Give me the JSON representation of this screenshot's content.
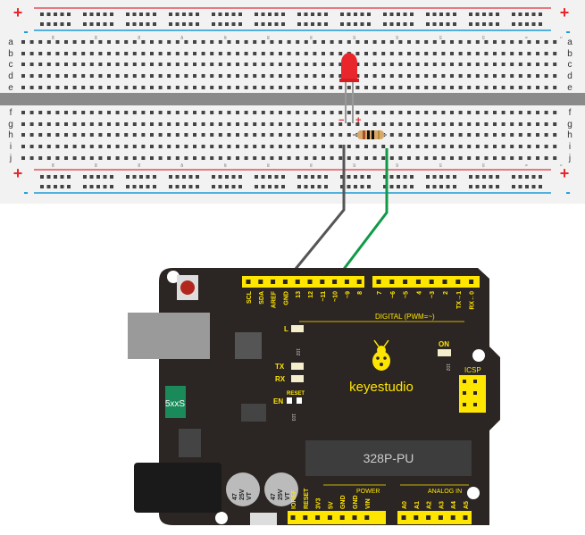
{
  "breadboard": {
    "row_letters_top": [
      "a",
      "b",
      "c",
      "d",
      "e"
    ],
    "row_letters_bottom": [
      "f",
      "g",
      "h",
      "i",
      "j"
    ],
    "column_numbers": [
      "60",
      "55",
      "50",
      "45",
      "40",
      "35",
      "30",
      "25",
      "20",
      "15",
      "10",
      "5",
      "1"
    ],
    "plus": "+",
    "minus": "-",
    "led_minus": "−",
    "led_plus": "+"
  },
  "colors": {
    "rail_red": "#e8505b",
    "rail_blue": "#1c9ad6",
    "board": "#2b2523",
    "header": "#ffe600",
    "wire_black": "#555555",
    "wire_green": "#109a48",
    "led": "#e8262c"
  },
  "arduino": {
    "top_header_left": [
      "SCL",
      "SDA",
      "AREF",
      "GND",
      "13",
      "12",
      "~11",
      "~10",
      "~9",
      "8"
    ],
    "top_header_right": [
      "7",
      "~6",
      "~5",
      "4",
      "~3",
      "2",
      "TX→1",
      "RX←0"
    ],
    "digital_label": "DIGITAL (PWM=~)",
    "led_L": "L",
    "led_TX": "TX",
    "led_RX": "RX",
    "led_ON": "ON",
    "resistor_102a": "102",
    "resistor_102b": "102",
    "resistor_103": "103",
    "brand": "keyestudio",
    "icsp": "ICSP",
    "reset": "RESET",
    "en": "EN",
    "fuse": "5xxS",
    "chip": "328P-PU",
    "cap1": [
      "47",
      "25V",
      "VT"
    ],
    "cap2": [
      "47",
      "25V",
      "VT"
    ],
    "power_label": "POWER",
    "power_pins": [
      "IOREF",
      "RESET",
      "3V3",
      "5V",
      "GND",
      "GND",
      "VIN"
    ],
    "analog_label": "ANALOG IN",
    "analog_pins": [
      "A0",
      "A1",
      "A2",
      "A3",
      "A4",
      "A5"
    ]
  }
}
